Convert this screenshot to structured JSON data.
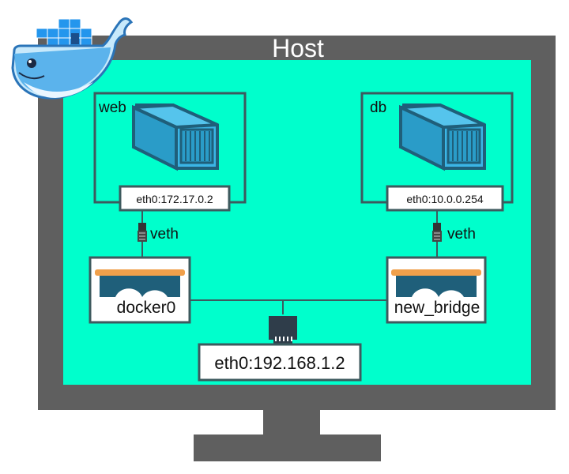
{
  "host": {
    "title": "Host"
  },
  "containers": [
    {
      "name": "web",
      "iface": "eth0:172.17.0.2"
    },
    {
      "name": "db",
      "iface": "eth0:10.0.0.254"
    }
  ],
  "links": [
    {
      "label": "veth"
    },
    {
      "label": "veth"
    }
  ],
  "bridges": [
    {
      "name": "docker0"
    },
    {
      "name": "new_bridge"
    }
  ],
  "host_iface": {
    "label": "eth0:192.168.1.2"
  },
  "colors": {
    "monitor": "#5f5f5f",
    "screen": "#00ffcc",
    "box_border": "#3d5a5e",
    "container_blue": "#3bb6e6",
    "container_dark": "#1f5f7a",
    "bridge_orange": "#f0a04b",
    "docker_blue": "#2496ed"
  },
  "icons": [
    "docker-whale-icon",
    "container-icon",
    "ethernet-plug-icon",
    "bridge-icon",
    "network-port-icon"
  ]
}
